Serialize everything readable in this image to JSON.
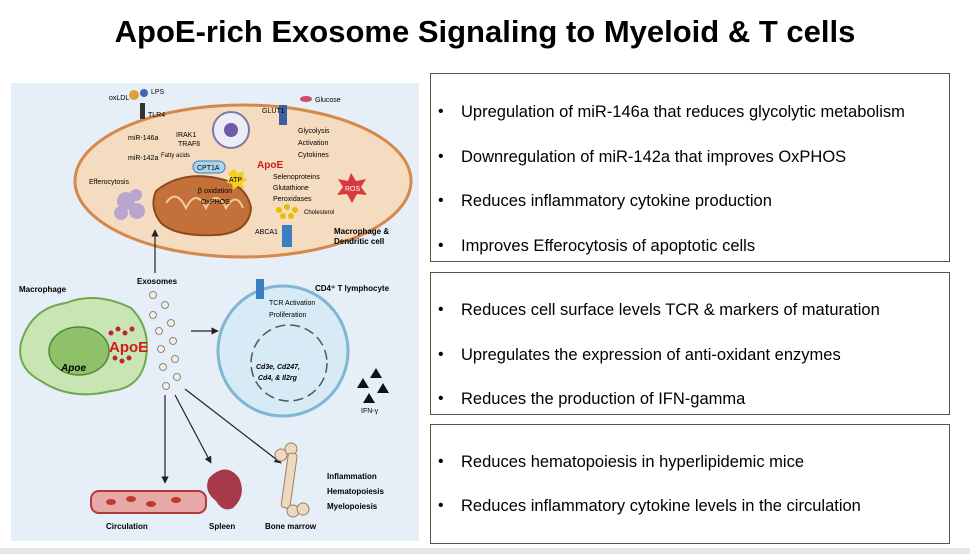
{
  "title": "ApoE-rich Exosome Signaling to Myeloid & T cells",
  "figure": {
    "labels": {
      "oxldl": "oxLDL",
      "lps": "LPS",
      "tlr4": "TLR4",
      "glut1": "GLUT1",
      "glucose": "Glucose",
      "mir146a": "miR-146a",
      "irak1": "IRAK1",
      "traf6": "TRAF6",
      "mir142a": "miR-142a",
      "fatty_acids": "Fatty acids",
      "cpt1a": "CPT1A",
      "atp": "ATP",
      "glycolysis": "Glycolysis",
      "activation": "Activation",
      "cytokines": "Cytokines",
      "apoe_cell": "ApoE",
      "selenoproteins": "Selenoproteins",
      "glutathione": "Glutathione",
      "peroxidases": "Peroxidases",
      "ros": "ROS",
      "efferocytosis": "Efferocytosis",
      "beta_oxidation": "β oxidation",
      "oxphos": "OxPHOS",
      "cholesterol": "Cholesterol",
      "abca1": "ABCA1",
      "macrophage_dc": "Macrophage &",
      "dendritic_cell": "Dendritic cell",
      "macrophage": "Macrophage",
      "exosomes": "Exosomes",
      "apoe_big": "ApoE",
      "apoe_gene": "Apoe",
      "cd4_t": "CD4⁺ T lymphocyte",
      "tcr_activation": "TCR Activation",
      "proliferation": "Proliferation",
      "genes_1": "Cd3e, Cd247,",
      "genes_2": "Cd4, & Il2rg",
      "ifn": "IFN-γ",
      "inflammation": "Inflammation",
      "hematopoiesis": "Hematopoiesis",
      "myelopoiesis": "Myelopoiesis",
      "circulation": "Circulation",
      "spleen": "Spleen",
      "bone_marrow": "Bone marrow"
    }
  },
  "boxes": {
    "myeloid": [
      "Upregulation of miR-146a that reduces glycolytic metabolism",
      "Downregulation of miR-142a that improves OxPHOS",
      "Reduces inflammatory cytokine production",
      "Improves Efferocytosis of apoptotic cells"
    ],
    "tcell": [
      "Reduces cell surface levels TCR & markers of maturation",
      "Upregulates the expression of anti-oxidant enzymes",
      "Reduces the production of IFN-gamma"
    ],
    "systemic": [
      "Reduces hematopoiesis in hyperlipidemic mice",
      "Reduces inflammatory cytokine levels in the circulation"
    ]
  }
}
